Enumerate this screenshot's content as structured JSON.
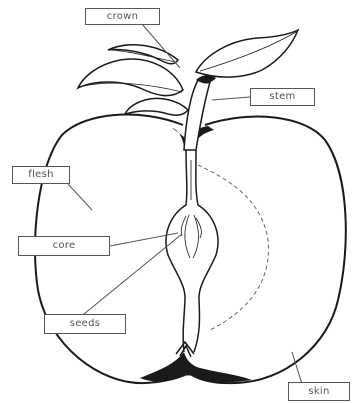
{
  "diagram": {
    "labels": {
      "crown": "crown",
      "stem": "stem",
      "flesh": "flesh",
      "core": "core",
      "seeds": "seeds",
      "skin": "skin"
    },
    "colors": {
      "ink": "#1a1a1a",
      "label_text": "#555555",
      "background": "#ffffff"
    }
  }
}
